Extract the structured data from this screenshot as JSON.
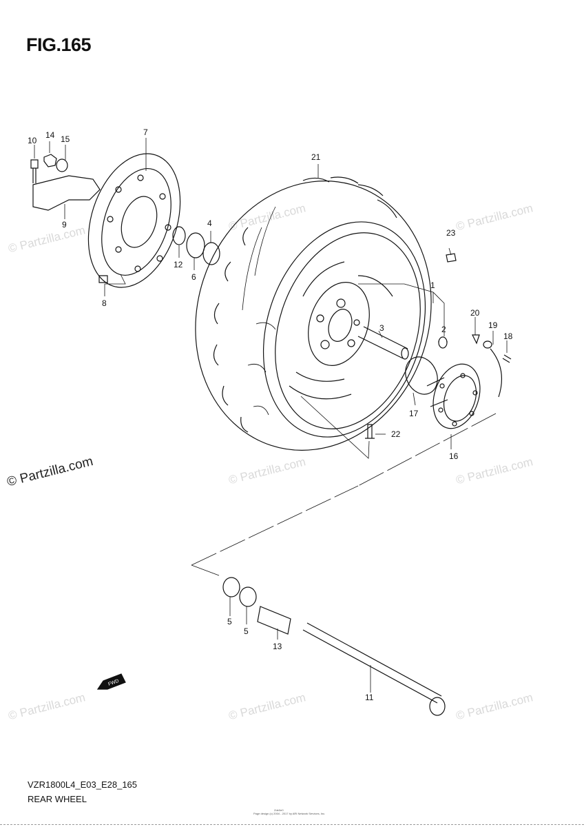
{
  "figure": {
    "title": "FIG.165"
  },
  "footer": {
    "model_code": "VZR1800L4_E03_E28_165",
    "section_name": "REAR WHEEL",
    "small_code": "Zde0e0",
    "copyright": "Page design (c) 2004 - 2017 by ARI Network Services, Inc."
  },
  "watermarks": [
    "© Partzilla.com",
    "© Partzilla.com",
    "© Partzilla.com",
    "© Partzilla.com",
    "© Partzilla.com",
    "© Partzilla.com",
    "© Partzilla.com",
    "© Partzilla.com",
    "© Partzilla.com"
  ],
  "fwd_label": "FWD",
  "callouts": {
    "c1": "1",
    "c2": "2",
    "c3": "3",
    "c4": "4",
    "c5a": "5",
    "c5b": "5",
    "c6": "6",
    "c7": "7",
    "c8": "8",
    "c9": "9",
    "c10": "10",
    "c11": "11",
    "c12": "12",
    "c13": "13",
    "c14": "14",
    "c15": "15",
    "c16": "16",
    "c17": "17",
    "c18": "18",
    "c19": "19",
    "c20": "20",
    "c21": "21",
    "c22": "22",
    "c23": "23"
  }
}
